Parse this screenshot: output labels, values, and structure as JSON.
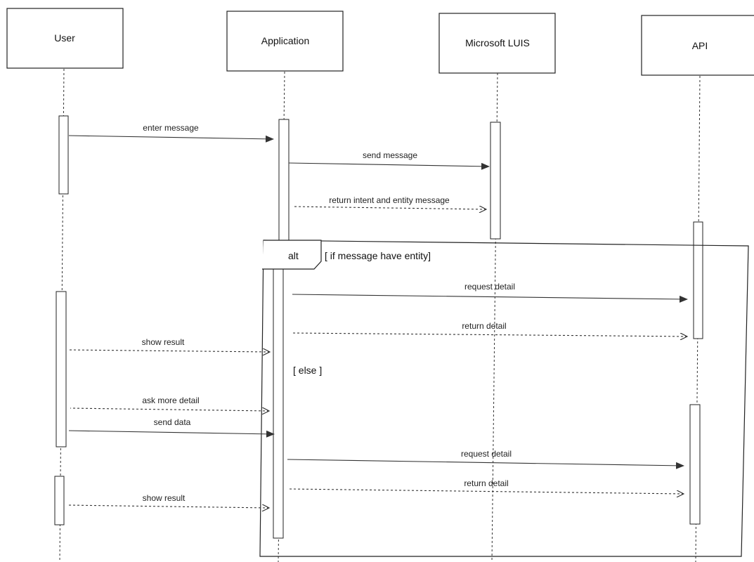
{
  "participants": [
    {
      "id": "user",
      "name": "User"
    },
    {
      "id": "app",
      "name": "Application"
    },
    {
      "id": "luis",
      "name": "Microsoft LUIS"
    },
    {
      "id": "api",
      "name": "API"
    }
  ],
  "messages": {
    "enter_message": "enter message",
    "send_message": "send message",
    "return_intent": "return intent and entity message",
    "request_detail_1": "request  detail",
    "return_detail_1": "return   detail",
    "show_result_1": "show result",
    "ask_more_detail": "ask more detail",
    "send_data": "send data",
    "request_detail_2": "request detail",
    "return_detail_2": "return detail",
    "show_result_2": "show result"
  },
  "fragment": {
    "operator": "alt",
    "guard_if": "[ if message have entity]",
    "guard_else": "[ else ]"
  }
}
